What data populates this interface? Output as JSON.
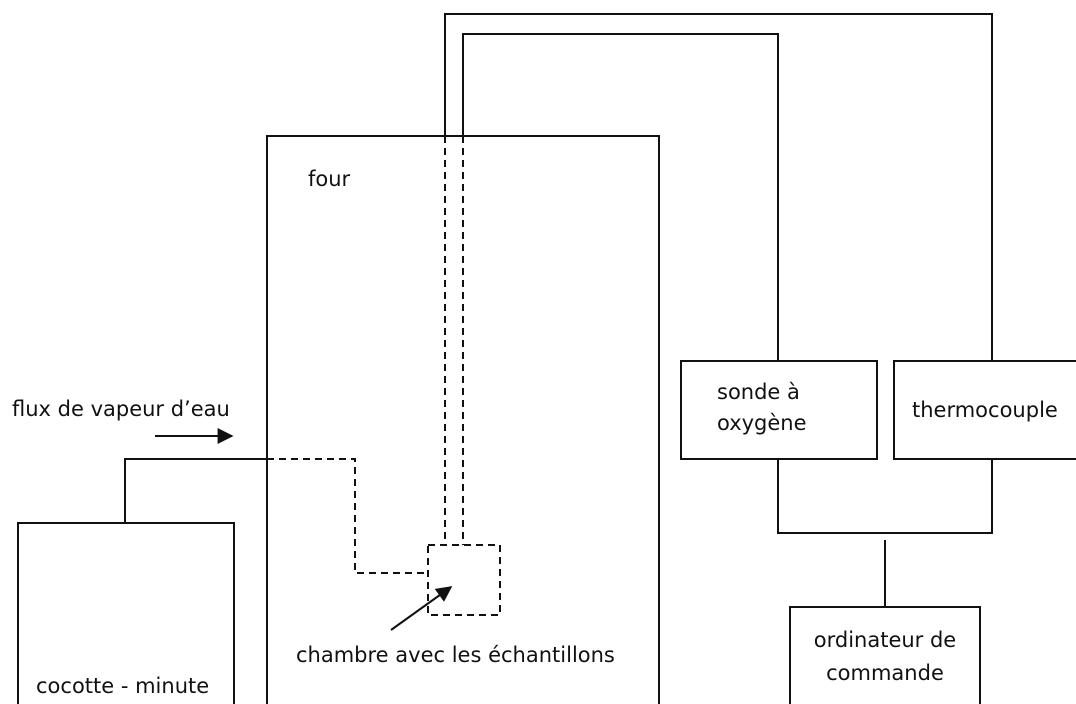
{
  "labels": {
    "four": "four",
    "steam_flow": "flux de vapeur d’eau",
    "chamber": "chambre avec les échantillons",
    "pressure_cooker": "cocotte - minute",
    "oxygen_probe_line1": "sonde à",
    "oxygen_probe_line2": "oxygène",
    "thermocouple": "thermocouple",
    "computer_line1": "ordinateur de",
    "computer_line2": "commande"
  }
}
